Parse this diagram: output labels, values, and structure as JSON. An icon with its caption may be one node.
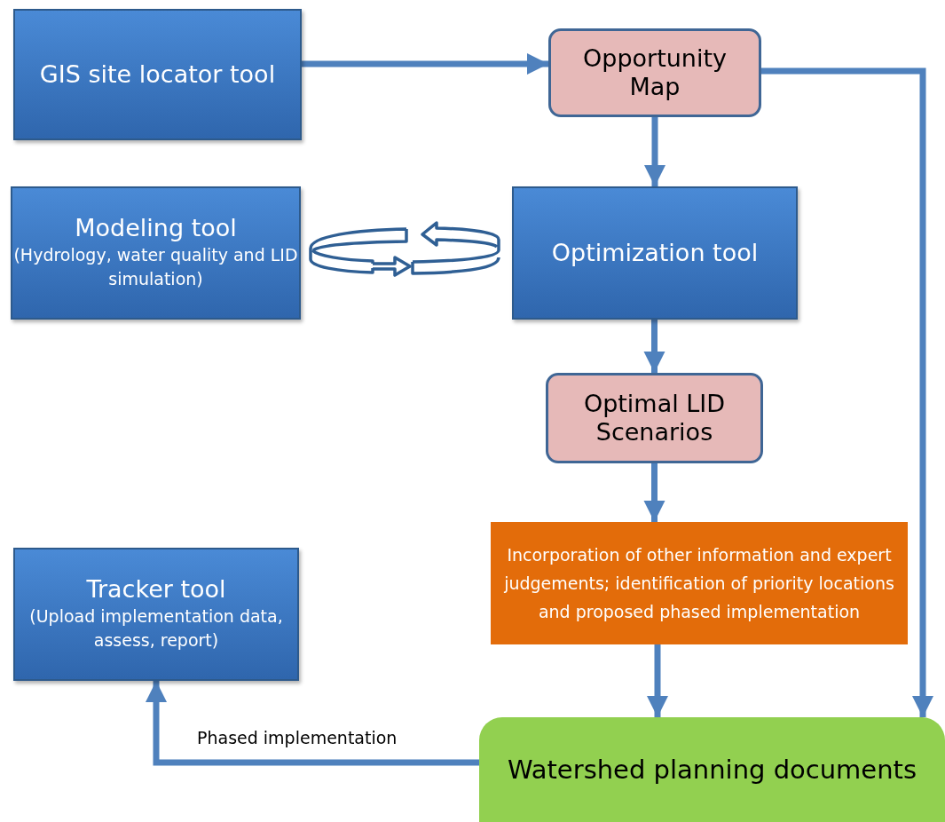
{
  "diagram": {
    "nodes": [
      {
        "text": [
          "GIS site locator tool"
        ]
      },
      {
        "text": [
          "Opportunity Map"
        ]
      },
      {
        "text": [
          "Modeling tool",
          "(Hydrology, water quality and LID simulation)"
        ]
      },
      {
        "text": [
          "Optimization tool"
        ]
      },
      {
        "text": [
          "Optimal LID Scenarios"
        ]
      },
      {
        "text": [
          "Incorporation of other information and expert judgements; identification of priority locations and proposed phased implementation"
        ]
      },
      {
        "text": [
          "Tracker tool",
          "(Upload implementation data, assess, report)"
        ]
      },
      {
        "text": [
          "Watershed planning documents"
        ]
      }
    ],
    "edges": [
      {
        "from": 0,
        "to": 1,
        "arrow": "to"
      },
      {
        "from": 1,
        "to": 3,
        "arrow": "to"
      },
      {
        "from": 3,
        "to": 4,
        "arrow": "to"
      },
      {
        "from": 4,
        "to": 5,
        "arrow": "to"
      },
      {
        "from": 5,
        "to": 7,
        "arrow": "to"
      },
      {
        "from": 1,
        "to": 7,
        "arrow": "to"
      },
      {
        "from": 7,
        "to": 6,
        "arrow": "to",
        "label": "Phased implementation"
      }
    ]
  }
}
